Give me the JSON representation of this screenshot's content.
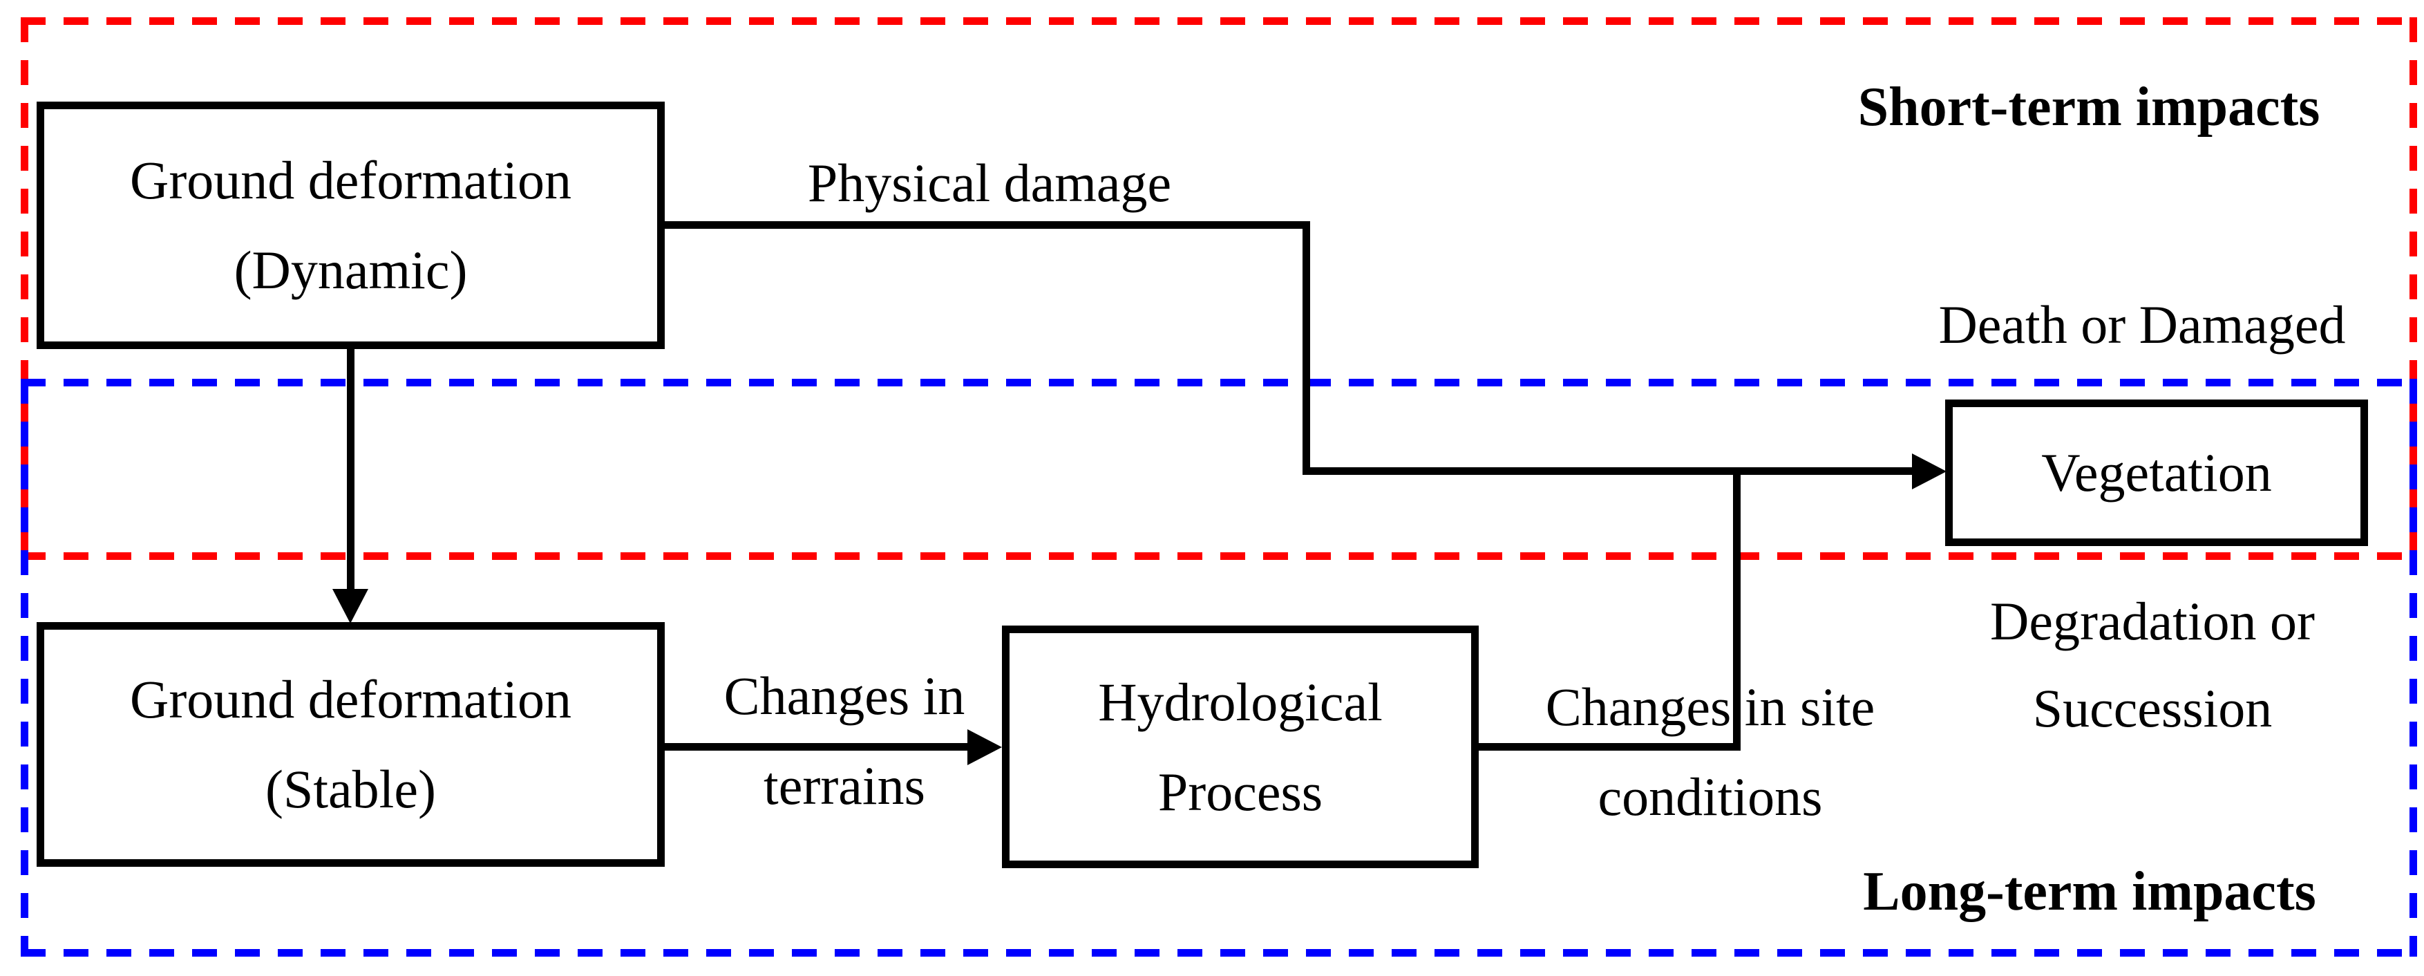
{
  "colors": {
    "background": "#ffffff",
    "line": "#000000",
    "short_term_border": "#ff0000",
    "long_term_border": "#0000ff"
  },
  "regions": {
    "short_term": {
      "label": "Short-term impacts"
    },
    "long_term": {
      "label": "Long-term impacts"
    }
  },
  "nodes": {
    "ground_deformation_dynamic": {
      "line1": "Ground deformation",
      "line2": "(Dynamic)"
    },
    "ground_deformation_stable": {
      "line1": "Ground deformation",
      "line2": "(Stable)"
    },
    "hydrological_process": {
      "line1": "Hydrological",
      "line2": "Process"
    },
    "vegetation": {
      "label": "Vegetation"
    }
  },
  "edge_labels": {
    "physical_damage": {
      "label": "Physical damage"
    },
    "death_or_damaged": {
      "label": "Death or Damaged"
    },
    "changes_in_terrains": {
      "line1": "Changes in",
      "line2": "terrains"
    },
    "changes_in_site_conditions": {
      "line1": "Changes in site",
      "line2": "conditions"
    },
    "degradation_or_succession": {
      "line1": "Degradation or",
      "line2": "Succession"
    }
  }
}
